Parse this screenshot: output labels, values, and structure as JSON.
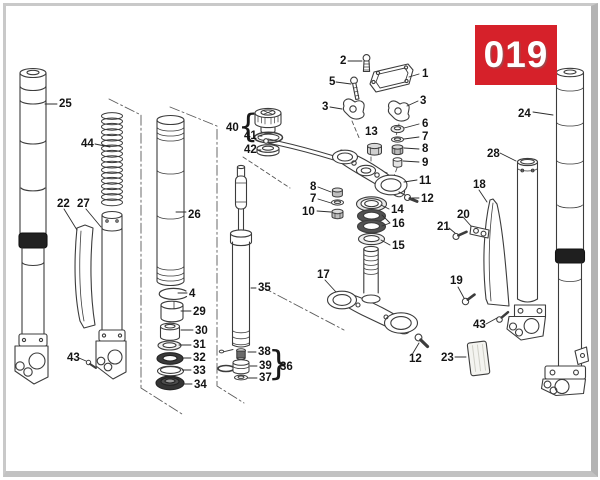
{
  "badge": {
    "text": "019",
    "bg_color": "#d6212a",
    "text_color": "#ffffff"
  },
  "diagram": {
    "line_color": "#3c3c3c",
    "parts": {
      "p1": "1",
      "p2": "2",
      "p3a": "3",
      "p3b": "3",
      "p4": "4",
      "p5": "5",
      "p6": "6",
      "p7a": "7",
      "p7b": "7",
      "p8a": "8",
      "p8b": "8",
      "p9": "9",
      "p10": "10",
      "p11": "11",
      "p12a": "12",
      "p12b": "12",
      "p13": "13",
      "p14": "14",
      "p15": "15",
      "p16": "16",
      "p17": "17",
      "p18": "18",
      "p19": "19",
      "p20": "20",
      "p21": "21",
      "p22": "22",
      "p23": "23",
      "p24": "24",
      "p25": "25",
      "p26": "26",
      "p27": "27",
      "p28": "28",
      "p29": "29",
      "p30": "30",
      "p31": "31",
      "p32": "32",
      "p33": "33",
      "p34": "34",
      "p35": "35",
      "p36": "36",
      "p37": "37",
      "p38": "38",
      "p39": "39",
      "p40": "40",
      "p41": "41",
      "p42": "42",
      "p43a": "43",
      "p43b": "43",
      "p44": "44"
    },
    "braces": {
      "open": "{",
      "close": "}"
    }
  }
}
